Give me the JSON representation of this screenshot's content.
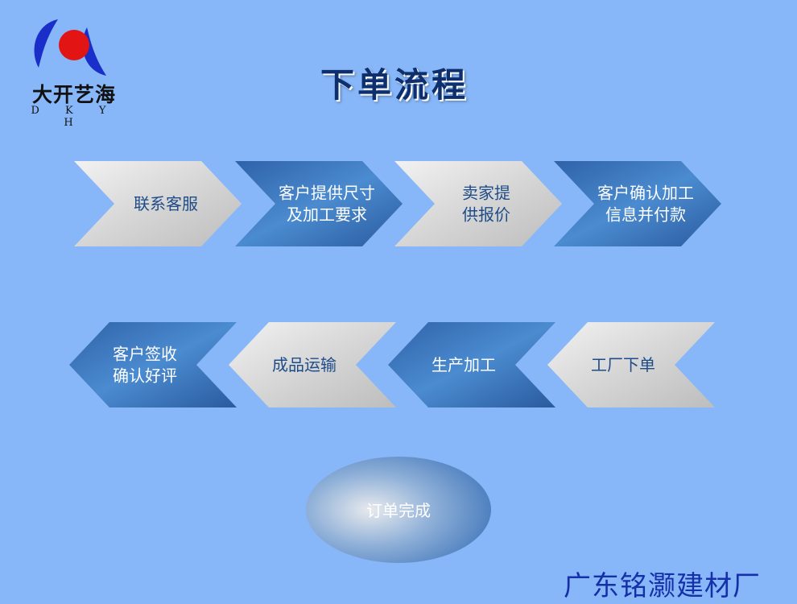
{
  "logo": {
    "name": "大开艺海",
    "abbr": "D K Y H",
    "icon": "red-circle-in-blue-brackets"
  },
  "title": "下单流程",
  "steps_row1": [
    {
      "lines": [
        "联系客服"
      ],
      "style": "light"
    },
    {
      "lines": [
        "客户提供尺寸",
        "及加工要求"
      ],
      "style": "dark"
    },
    {
      "lines": [
        "卖家提",
        "供报价"
      ],
      "style": "light"
    },
    {
      "lines": [
        "客户确认加工",
        "信息并付款"
      ],
      "style": "dark"
    }
  ],
  "steps_row2": [
    {
      "lines": [
        "客户签收",
        "确认好评"
      ],
      "style": "dark"
    },
    {
      "lines": [
        "成品运输"
      ],
      "style": "light"
    },
    {
      "lines": [
        "生产加工"
      ],
      "style": "dark"
    },
    {
      "lines": [
        "工厂下单"
      ],
      "style": "light"
    }
  ],
  "final_step": "订单完成",
  "company": "广东铭灏建材厂",
  "colors": {
    "background": "#87b7f8",
    "dark_step": "#3f7fc7",
    "light_step": "#d9d9d9",
    "title": "#0d2f6e",
    "company": "#1530a8",
    "logo_blue": "#1a2fc9",
    "logo_red": "#e21414"
  }
}
